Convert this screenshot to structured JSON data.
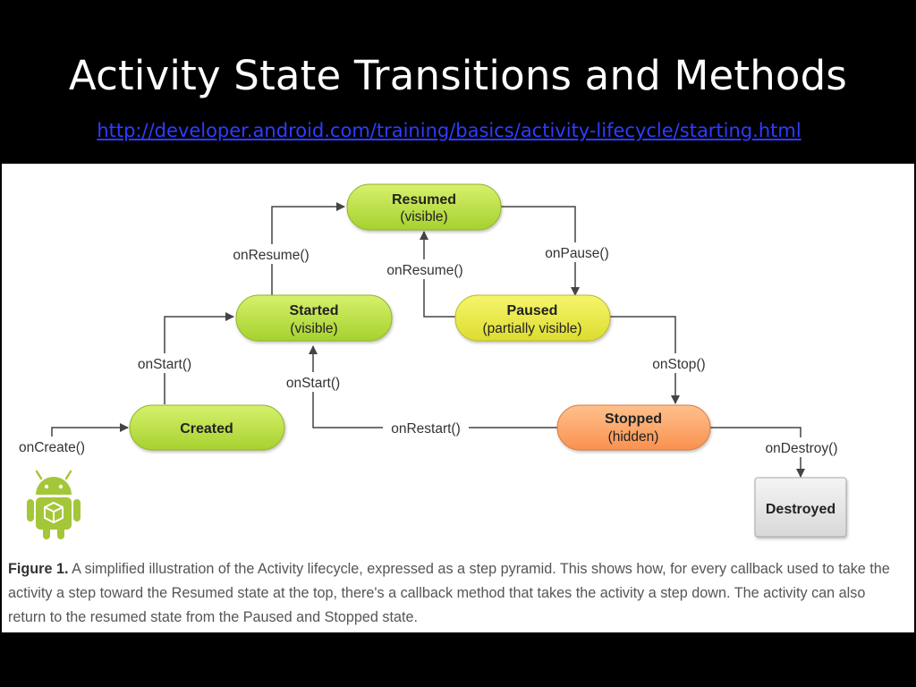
{
  "slide": {
    "title": "Activity State Transitions and Methods",
    "link": "http://developer.android.com/training/basics/activity-lifecycle/starting.html"
  },
  "states": {
    "resumed": {
      "name": "Resumed",
      "detail": "(visible)"
    },
    "started": {
      "name": "Started",
      "detail": "(visible)"
    },
    "paused": {
      "name": "Paused",
      "detail": "(partially visible)"
    },
    "created": {
      "name": "Created"
    },
    "stopped": {
      "name": "Stopped",
      "detail": "(hidden)"
    },
    "destroyed": {
      "name": "Destroyed"
    }
  },
  "callbacks": {
    "onCreate": "onCreate()",
    "onStart_up": "onStart()",
    "onResume_up": "onResume()",
    "onPause": "onPause()",
    "onResume_back": "onResume()",
    "onStop": "onStop()",
    "onStart_back": "onStart()",
    "onRestart": "onRestart()",
    "onDestroy": "onDestroy()"
  },
  "caption": {
    "label": "Figure 1.",
    "text": "A simplified illustration of the Activity lifecycle, expressed as a step pyramid. This shows how, for every callback used to take the activity a step toward the Resumed state at the top, there's a callback method that takes the activity a step down. The activity can also return to the resumed state from the Paused and Stopped state."
  },
  "colors": {
    "green_state": "#b5dc3c",
    "yellow_state": "#e8e84a",
    "orange_state": "#fca56b",
    "grey_state": "#e8e8e8",
    "android_green": "#a4c639",
    "link": "#2f3cff"
  },
  "icons": {
    "logo": "android-robot-icon"
  }
}
